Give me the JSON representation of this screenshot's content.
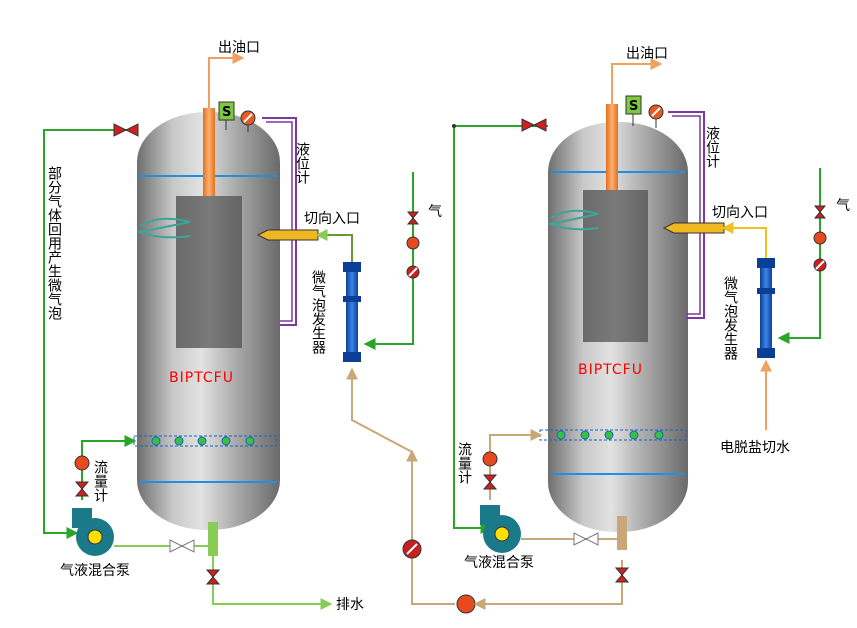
{
  "left_unit": {
    "outlet_label": "出油口",
    "tank_label": "BIPTCFU",
    "level_gauge_label": "液位计",
    "tangential_inlet_label": "切向入口",
    "microbubble_generator_label": "微气泡发生器",
    "gas_label": "气",
    "recycle_label": "部分气体回用产生微气泡",
    "flowmeter_label": "流量计",
    "pump_label": "气液混合泵",
    "drain_label": "排水",
    "sensor_s_label": "S"
  },
  "right_unit": {
    "outlet_label": "出油口",
    "tank_label": "BIPTCFU",
    "level_gauge_label": "液位计",
    "tangential_inlet_label": "切向入口",
    "microbubble_generator_label": "微气泡发生器",
    "gas_label": "气",
    "flowmeter_label": "流量计",
    "pump_label": "气液混合泵",
    "feed_label": "电脱盐切水",
    "sensor_s_label": "S"
  },
  "colors": {
    "gas_line": "#2aa52a",
    "oil_line": "#f0a060",
    "water_line": "#c8a878",
    "drain_line": "#88cc55",
    "inlet_line": "#f0c020",
    "level_line": "#7a3aa0",
    "generator": "#1a5fc8",
    "tank": "#a0a0a0",
    "tank_label": "#ff0000"
  },
  "icons": [
    "valve-icon",
    "check-valve-icon",
    "flowmeter-icon",
    "pump-icon",
    "sensor-icon",
    "gauge-icon"
  ]
}
